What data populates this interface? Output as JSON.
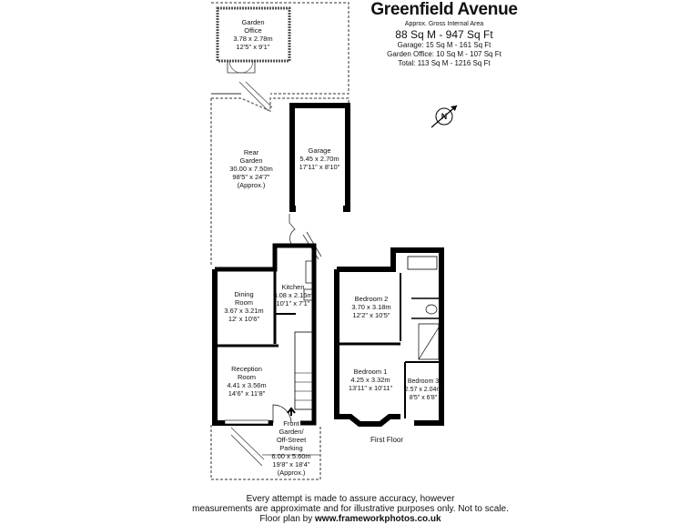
{
  "header": {
    "title": "Greenfield Avenue",
    "subtitle": "Approx. Gross Internal Area",
    "main_area": "88 Sq M - 947 Sq Ft",
    "garage_area": "Garage: 15 Sq M - 161 Sq Ft",
    "garden_office_area": "Garden Office: 10 Sq M - 107 Sq Ft",
    "total_area": "Total: 113 Sq M - 1216 Sq Ft"
  },
  "compass": {
    "icon": "north-arrow-icon",
    "letter": "N"
  },
  "rooms": {
    "garden_office": [
      "Garden",
      "Office",
      "3.78 x 2.78m",
      "12'5\" x 9'1\""
    ],
    "rear_garden": [
      "Rear",
      "Garden",
      "30.00 x 7.50m",
      "98'5\" x 24'7\"",
      "(Approx.)"
    ],
    "garage": [
      "Garage",
      "5.45 x 2.70m",
      "17'11\" x 8'10\""
    ],
    "kitchen": [
      "Kitchen",
      "3.08 x 2.16m",
      "10'1\" x 7'1\""
    ],
    "dining": [
      "Dining",
      "Room",
      "3.67 x 3.21m",
      "12' x 10'6\""
    ],
    "reception": [
      "Reception",
      "Room",
      "4.41 x 3.56m",
      "14'6\" x 11'8\""
    ],
    "front_garden": [
      "Front",
      "Garden/",
      "Off-Street",
      "Parking",
      "6.00 x 5.60m",
      "19'8\" x 18'4\"",
      "(Approx.)"
    ],
    "bedroom2": [
      "Bedroom 2",
      "3.70 x 3.18m",
      "12'2\" x 10'5\""
    ],
    "bedroom1": [
      "Bedroom 1",
      "4.25 x 3.32m",
      "13'11\" x 10'11\""
    ],
    "bedroom3": [
      "Bedroom 3",
      "2.57 x 2.04m",
      "8'5\" x 6'8\""
    ]
  },
  "floor_label": "First Floor",
  "footer": {
    "line1": "Every attempt is made to assure accuracy, however",
    "line2": "measurements are approximate and for illustrative purposes only. Not to scale.",
    "line3_prefix": "Floor plan by ",
    "line3_link": "www.frameworkphotos.co.uk"
  }
}
